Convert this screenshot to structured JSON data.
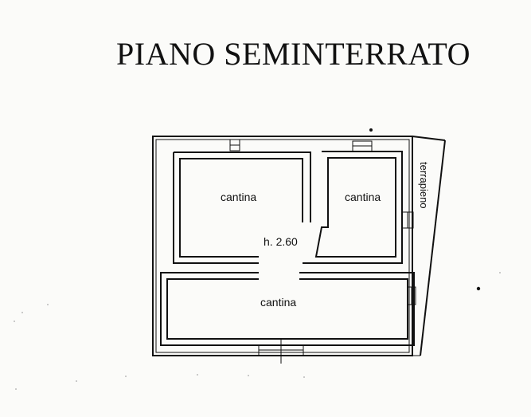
{
  "title": "PIANO SEMINTERRATO",
  "rooms": {
    "top_left": "cantina",
    "top_right": "cantina",
    "bottom": "cantina"
  },
  "height_label": "h. 2.60",
  "side_label": "terrapieno"
}
